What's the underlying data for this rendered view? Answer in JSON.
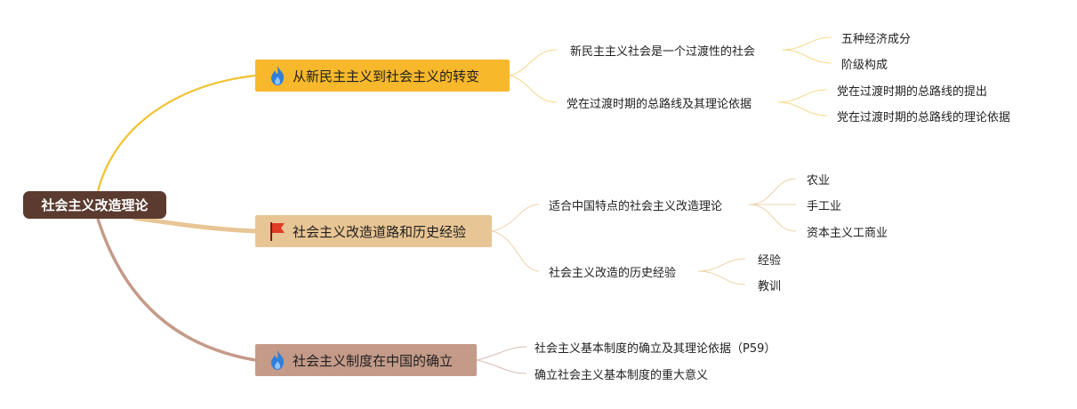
{
  "root": {
    "label": "社会主义改造理论"
  },
  "branches": [
    {
      "label": "从新民主主义到社会主义的转变",
      "icon": "fire-icon",
      "color": "#f8b82c",
      "children": [
        {
          "label": "新民主主义社会是一个过渡性的社会",
          "children": [
            "五种经济成分",
            "阶级构成"
          ]
        },
        {
          "label": "党在过渡时期的总路线及其理论依据",
          "children": [
            "党在过渡时期的总路线的提出",
            "党在过渡时期的总路线的理论依据"
          ]
        }
      ]
    },
    {
      "label": "社会主义改造道路和历史经验",
      "icon": "red-flag-icon",
      "color": "#e8c594",
      "children": [
        {
          "label": "适合中国特点的社会主义改造理论",
          "children": [
            "农业",
            "手工业",
            "资本主义工商业"
          ]
        },
        {
          "label": "社会主义改造的历史经验",
          "children": [
            "经验",
            "教训"
          ]
        }
      ]
    },
    {
      "label": "社会主义制度在中国的确立",
      "icon": "fire-icon",
      "color": "#c49a89",
      "children": [
        {
          "label": "社会主义基本制度的确立及其理论依据（P59）",
          "children": []
        },
        {
          "label": "确立社会主义基本制度的重大意义",
          "children": []
        }
      ]
    }
  ]
}
